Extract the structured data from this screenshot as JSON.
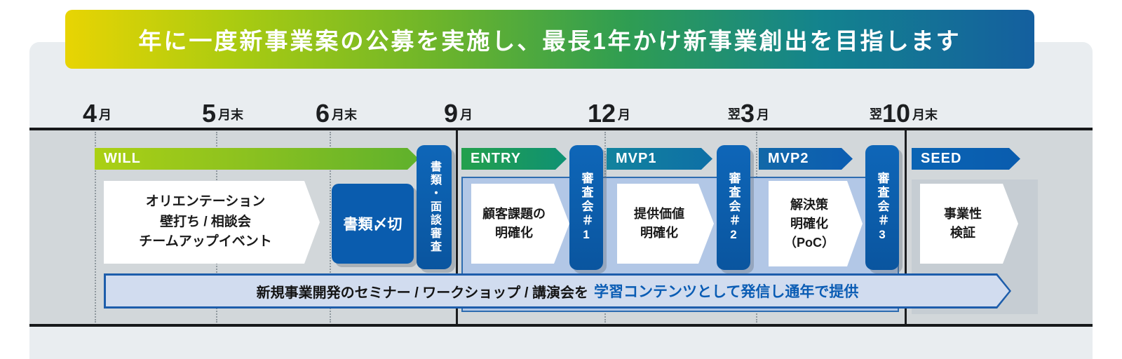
{
  "banner": {
    "title": "年に一度新事業案の公募を実施し、最長1年かけ新事業創出を目指します"
  },
  "timeline": {
    "months": [
      {
        "prefix": "",
        "number": "4",
        "unit": "月"
      },
      {
        "prefix": "",
        "number": "5",
        "unit": "月末"
      },
      {
        "prefix": "",
        "number": "6",
        "unit": "月末"
      },
      {
        "prefix": "",
        "number": "9",
        "unit": "月"
      },
      {
        "prefix": "",
        "number": "12",
        "unit": "月"
      },
      {
        "prefix": "翌",
        "number": "3",
        "unit": "月"
      },
      {
        "prefix": "翌",
        "number": "10",
        "unit": "月末"
      }
    ]
  },
  "phases": [
    {
      "label": "WILL"
    },
    {
      "label": "ENTRY"
    },
    {
      "label": "MVP1"
    },
    {
      "label": "MVP2"
    },
    {
      "label": "SEED"
    }
  ],
  "steps": {
    "orientation": "オリエンテーション\n壁打ち / 相談会\nチームアップイベント",
    "deadline": "書類〆切",
    "screening": "書類・面談審査",
    "entry": "顧客課題の\n明確化",
    "review1": "審査会＃1",
    "mvp1": "提供価値\n明確化",
    "review2": "審査会＃2",
    "mvp2": "解決策\n明確化\n（PoC）",
    "review3": "審査会＃3",
    "seed": "事業性\n検証"
  },
  "seminar": {
    "lead": "新規事業開発のセミナー / ワークショップ / 講演会を",
    "highlight": "学習コンテンツとして発信し通年で提供"
  },
  "colors": {
    "will": "#8dc21f",
    "entry": "#179b5e",
    "mvp1": "#11829e",
    "mvp2": "#0f66a9",
    "seed": "#0a60b2",
    "deep_blue": "#0a5cae",
    "panel_blue": "#b2c7e6",
    "highlight_blue": "#0a5cb4"
  }
}
